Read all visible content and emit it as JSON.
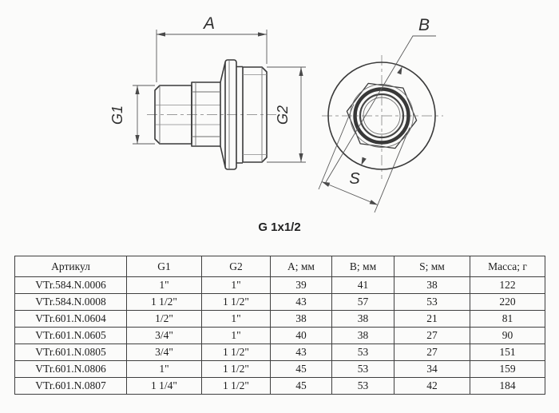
{
  "colors": {
    "background": "#fbfbfa",
    "outline": "#3a3a3a",
    "dimension": "#5a5a5a",
    "centerline": "#9b9b9b",
    "table_border": "#3f3f3f"
  },
  "drawing": {
    "caption": "G 1x1/2",
    "dim_a_label": "A",
    "dim_g1_label": "G1",
    "dim_g2_label": "G2",
    "dim_b_label": "B",
    "dim_s_label": "S"
  },
  "table": {
    "headers": [
      "Артикул",
      "G1",
      "G2",
      "A; мм",
      "B; мм",
      "S; мм",
      "Масса; г"
    ],
    "rows": [
      [
        "VTr.584.N.0006",
        "1\"",
        "1\"",
        "39",
        "41",
        "38",
        "122"
      ],
      [
        "VTr.584.N.0008",
        "1 1/2\"",
        "1 1/2\"",
        "43",
        "57",
        "53",
        "220"
      ],
      [
        "VTr.601.N.0604",
        "1/2\"",
        "1\"",
        "38",
        "38",
        "21",
        "81"
      ],
      [
        "VTr.601.N.0605",
        "3/4\"",
        "1\"",
        "40",
        "38",
        "27",
        "90"
      ],
      [
        "VTr.601.N.0805",
        "3/4\"",
        "1 1/2\"",
        "43",
        "53",
        "27",
        "151"
      ],
      [
        "VTr.601.N.0806",
        "1\"",
        "1 1/2\"",
        "45",
        "53",
        "34",
        "159"
      ],
      [
        "VTr.601.N.0807",
        "1 1/4\"",
        "1 1/2\"",
        "45",
        "53",
        "42",
        "184"
      ]
    ]
  }
}
